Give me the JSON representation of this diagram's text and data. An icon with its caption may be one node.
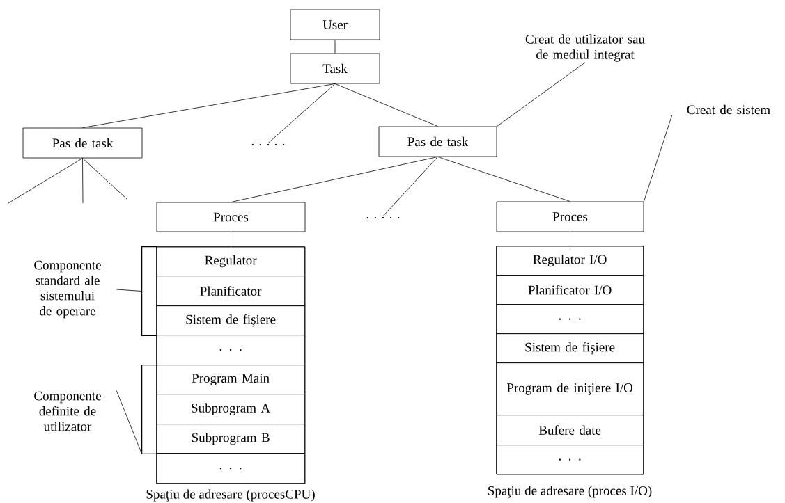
{
  "diagram": {
    "nodes": [
      {
        "text": [
          "User"
        ]
      },
      {
        "text": [
          "Task"
        ]
      },
      {
        "text": [
          "Pas de task"
        ]
      },
      {
        "text": [
          ". . . . ."
        ]
      },
      {
        "text": [
          "Pas de task"
        ]
      },
      {
        "text": [
          "Creat de utilizator sau de mediul integrat"
        ]
      },
      {
        "text": [
          "Proces"
        ]
      },
      {
        "text": [
          ". . . . ."
        ]
      },
      {
        "text": [
          "Proces"
        ]
      },
      {
        "text": [
          "Creat de sistem"
        ]
      },
      {
        "text": [
          "Componente standard ale sistemului de operare"
        ]
      },
      {
        "text": [
          "Componente definite de utilizator"
        ]
      },
      {
        "text": [],
        "shape": "box",
        "beside": [
          "Spaţiu de adresare (procesCPU)"
        ]
      },
      {
        "text": [
          "Regulator"
        ],
        "in": 12
      },
      {
        "text": [
          "Planificator"
        ],
        "in": 12
      },
      {
        "text": [
          "Sistem de fişiere"
        ],
        "in": 12
      },
      {
        "text": [
          ". . ."
        ],
        "in": 12
      },
      {
        "text": [
          "Program Main"
        ],
        "in": 12
      },
      {
        "text": [
          "Subprogram A"
        ],
        "in": 12
      },
      {
        "text": [
          "Subprogram B"
        ],
        "in": 12
      },
      {
        "text": [
          ". . ."
        ],
        "in": 12
      },
      {
        "text": [],
        "shape": "box",
        "beside": [
          "Spaţiu de adresare (proces I/O)"
        ]
      },
      {
        "text": [
          "Regulator I/O"
        ],
        "in": 21
      },
      {
        "text": [
          "Planificator I/O"
        ],
        "in": 21
      },
      {
        "text": [
          ". . ."
        ],
        "in": 21
      },
      {
        "text": [
          "Sistem de fişiere"
        ],
        "in": 21
      },
      {
        "text": [
          "Program de iniţiere I/O"
        ],
        "in": 21
      },
      {
        "text": [
          "Bufere date"
        ],
        "in": 21
      },
      {
        "text": [
          ". . ."
        ],
        "in": 21
      },
      {
        "text": [],
        "shape": "bracket"
      },
      {
        "text": [],
        "shape": "bracket"
      }
    ],
    "edges": [
      {
        "from": 0,
        "to": 1,
        "arrow": "none"
      },
      {
        "from": 1,
        "to": 2,
        "arrow": "none"
      },
      {
        "from": 1,
        "to": 3,
        "arrow": "none"
      },
      {
        "from": 1,
        "to": 4,
        "arrow": "none"
      },
      {
        "from": 4,
        "to": 5,
        "arrow": "none"
      },
      {
        "from": 2,
        "to": null,
        "arrow": "none"
      },
      {
        "from": 2,
        "to": null,
        "arrow": "none"
      },
      {
        "from": 2,
        "to": null,
        "arrow": "none"
      },
      {
        "from": 4,
        "to": 6,
        "arrow": "none"
      },
      {
        "from": 4,
        "to": 7,
        "arrow": "none"
      },
      {
        "from": 4,
        "to": 8,
        "arrow": "none"
      },
      {
        "from": 8,
        "to": 9,
        "arrow": "none"
      },
      {
        "from": 6,
        "to": 12,
        "arrow": "none"
      },
      {
        "from": 8,
        "to": 21,
        "arrow": "none"
      },
      {
        "from": 10,
        "to": 29,
        "arrow": "none"
      },
      {
        "from": 11,
        "to": 30,
        "arrow": "none"
      }
    ]
  }
}
